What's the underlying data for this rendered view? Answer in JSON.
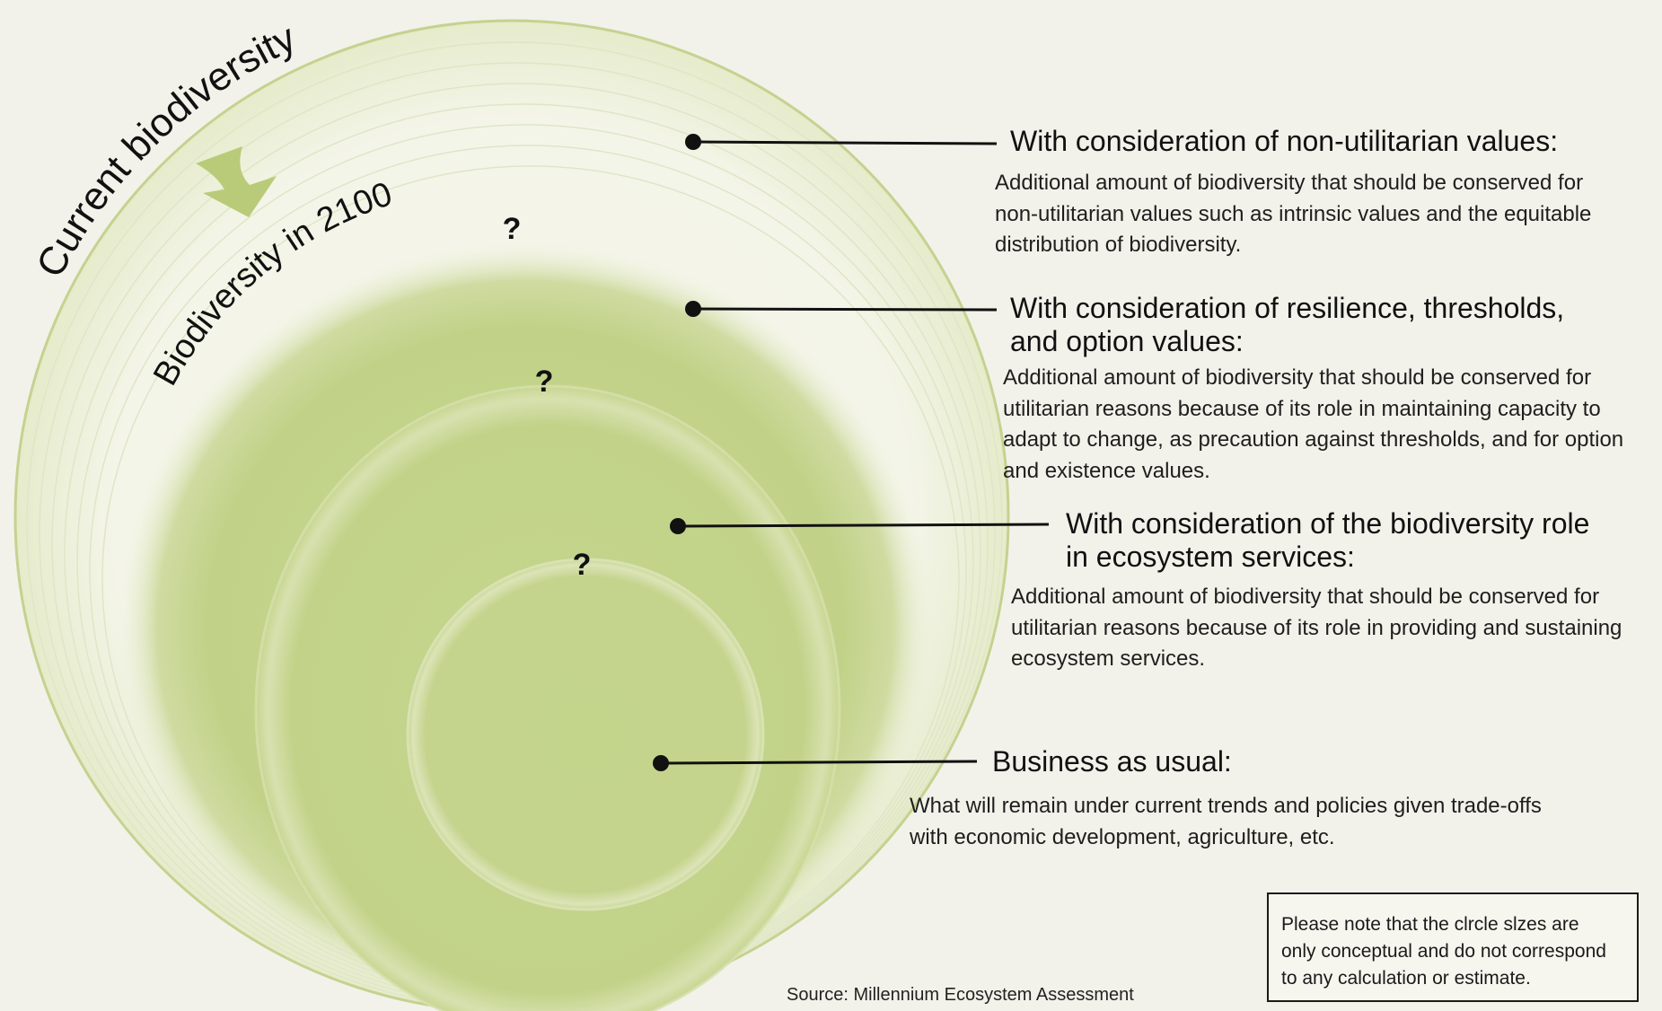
{
  "diagram": {
    "outer_label": "Current biodiversity",
    "inner_label": "Biodiversity in 2100",
    "question_marks": [
      "?",
      "?",
      "?"
    ],
    "colors": {
      "background": "#f2f2ea",
      "circle_fill": "#c3d38b",
      "circle_edge": "#bccb82",
      "arrow": "#b8cb78",
      "leader_line": "#111111"
    }
  },
  "levels": [
    {
      "heading": "With consideration of non-utilitarian values:",
      "description": "Additional amount of biodiversity that should be conserved for\nnon-utilitarian values such as intrinsic values and the equitable\ndistribution of biodiversity."
    },
    {
      "heading": "With consideration of resilience, thresholds,\nand option values:",
      "description": "Additional amount of biodiversity that should be conserved for\nutilitarian reasons because of its role in maintaining capacity to\nadapt to change, as precaution against thresholds, and for option\nand existence values."
    },
    {
      "heading": "With consideration of the biodiversity role\nin ecosystem services:",
      "description": "Additional amount of biodiversity that should be conserved for\nutilitarian reasons because of its role in providing and sustaining\necosystem services."
    },
    {
      "heading": "Business as usual:",
      "description": "What will remain under current trends and policies given trade-offs\nwith economic development, agriculture, etc."
    }
  ],
  "source": "Source: Millennium Ecosystem Assessment",
  "note": "Please note that the clrcle slzes are\nonly conceptual and do not correspond\nto any calculation or estimate."
}
